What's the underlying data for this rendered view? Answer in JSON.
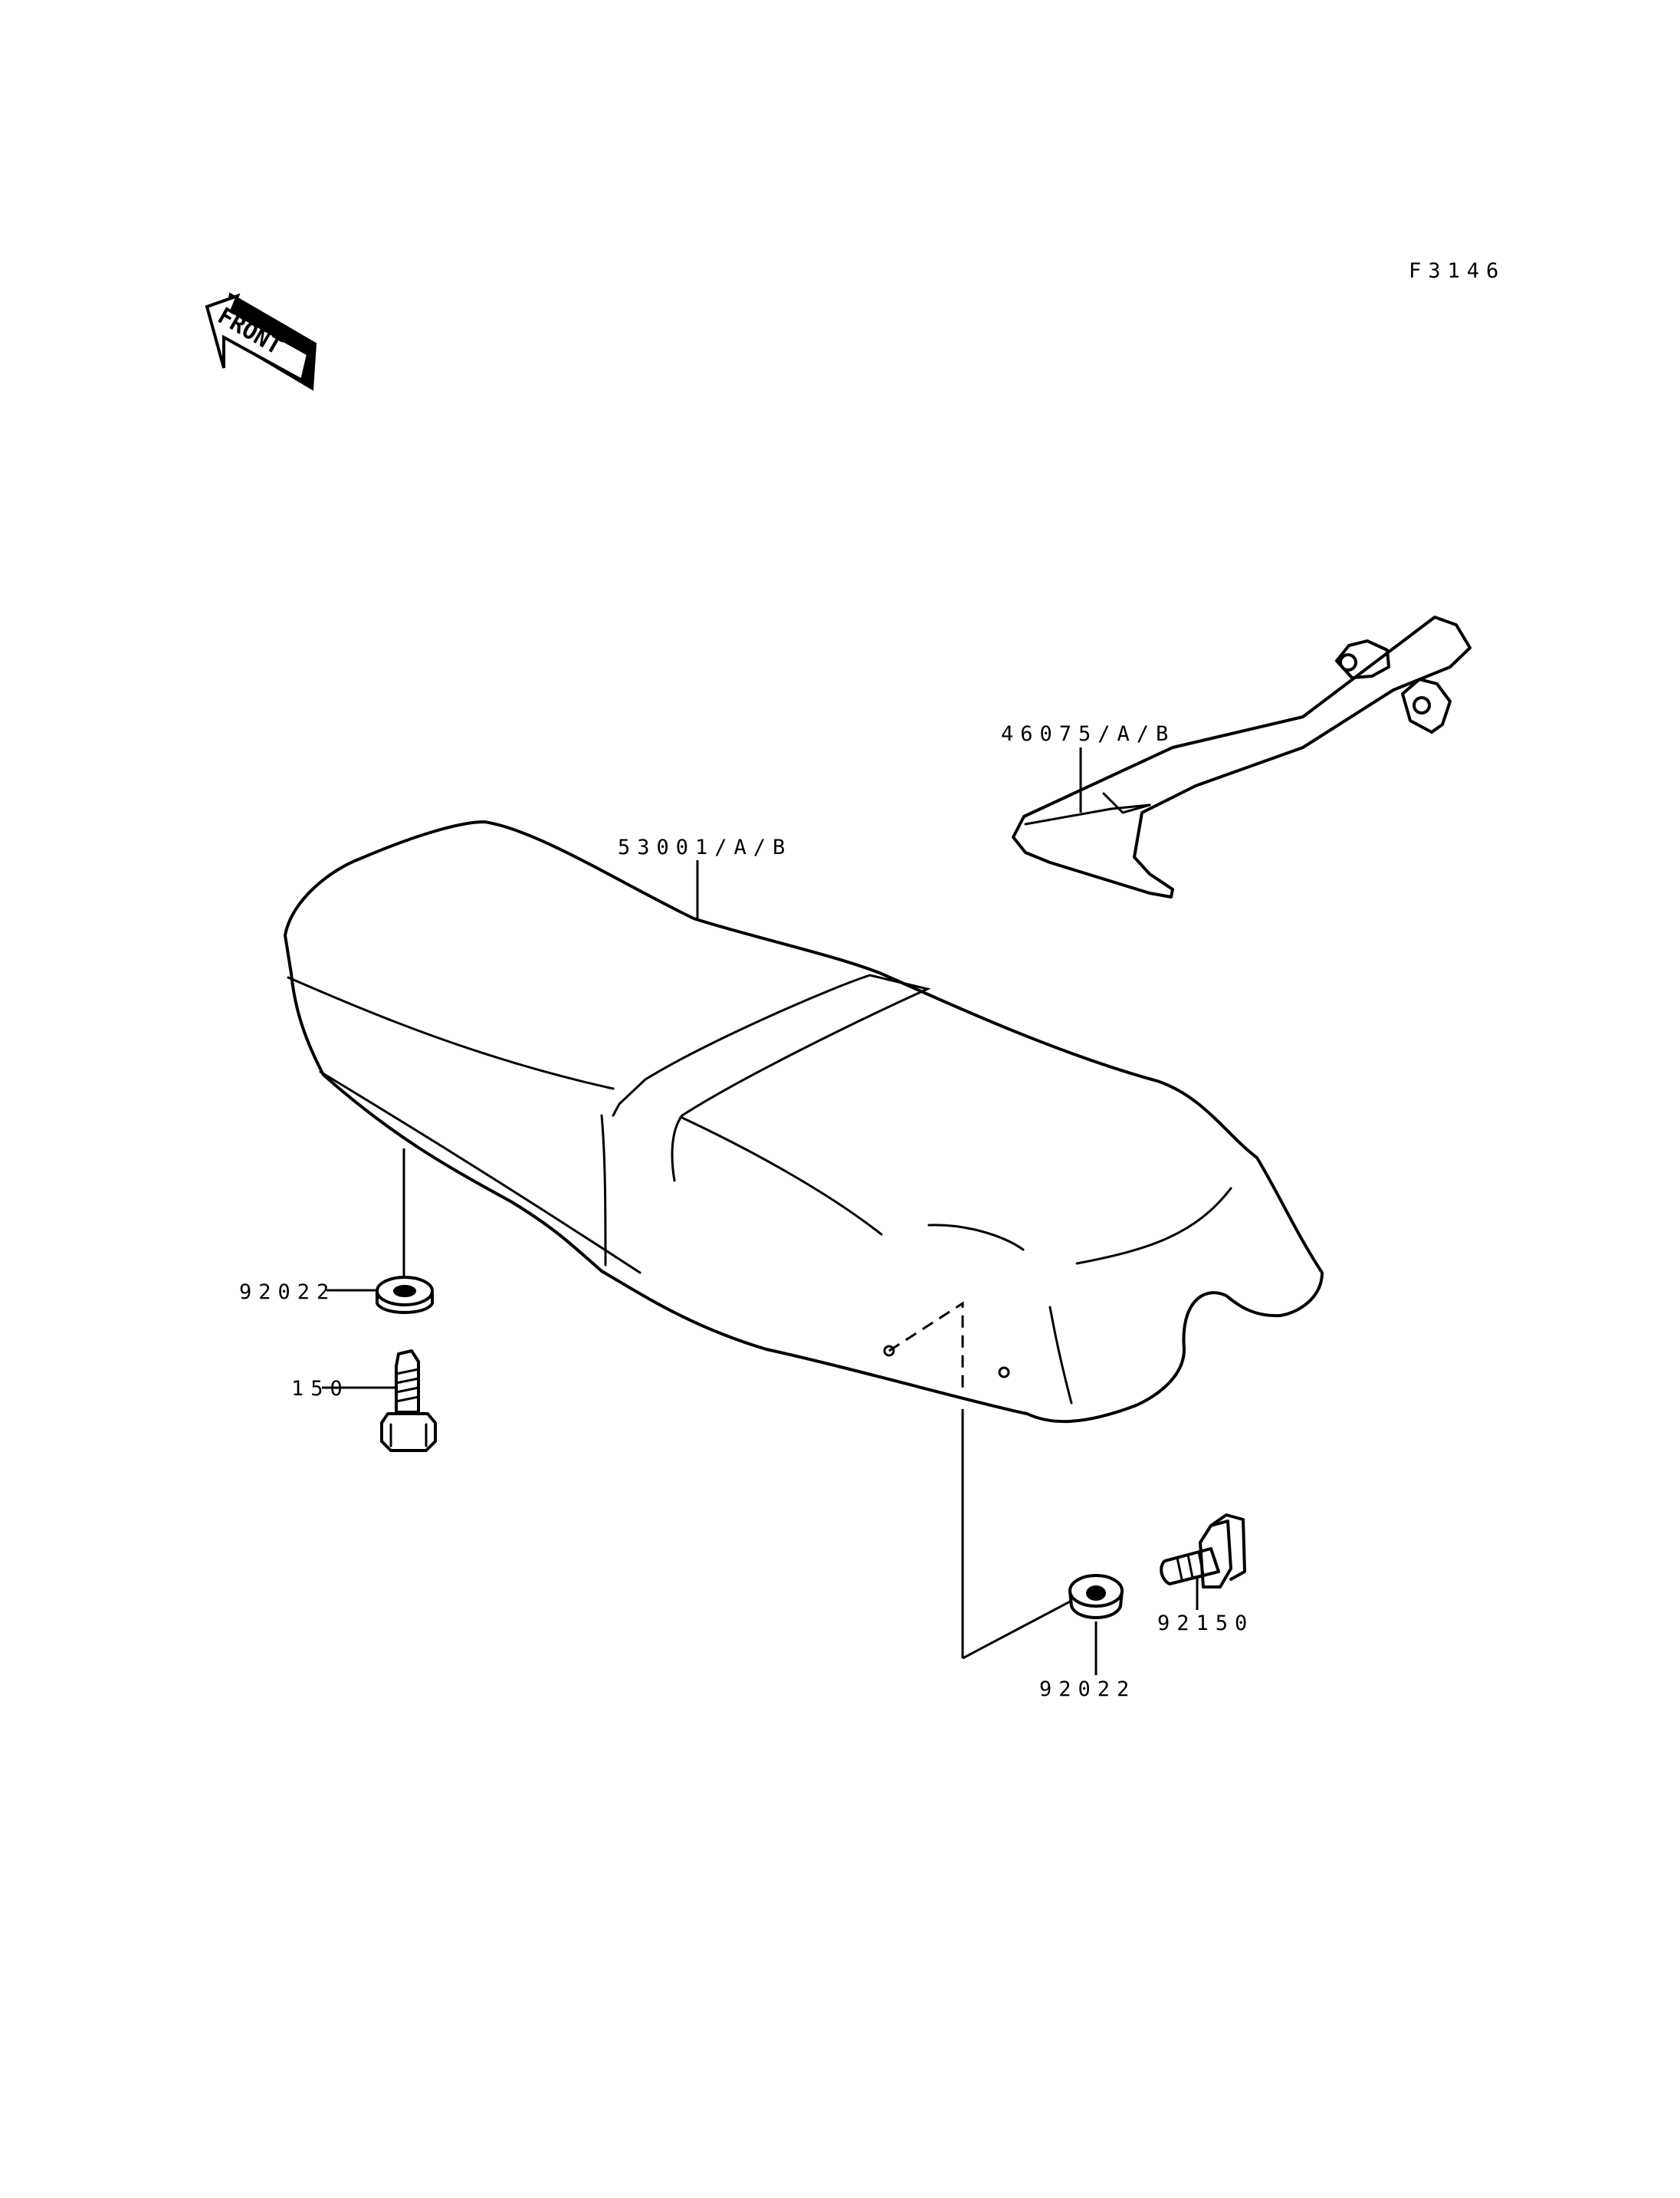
{
  "diagram_code": "F3146",
  "front_marker": "FRONT",
  "parts": {
    "seat": "53001/A/B",
    "grab_rail": "46075/A/B",
    "damper_left": "92022",
    "bolt_left": "150",
    "bolt_right": "92150",
    "damper_right": "92022"
  }
}
